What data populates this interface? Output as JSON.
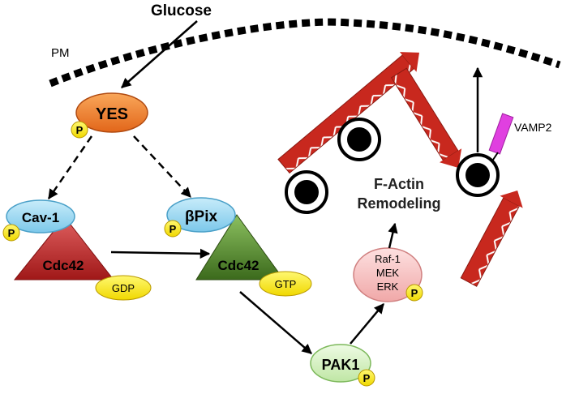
{
  "labels": {
    "glucose": "Glucose",
    "pm": "PM",
    "yes": "YES",
    "cav1": "Cav-1",
    "bpix": "βPix",
    "cdc42": "Cdc42",
    "gdp": "GDP",
    "gtp": "GTP",
    "raf1": "Raf-1",
    "mek": "MEK",
    "erk": "ERK",
    "pak1": "PAK1",
    "factin_line1": "F-Actin",
    "factin_line2": "Remodeling",
    "vamp2": "VAMP2",
    "phospho": "P"
  },
  "colors": {
    "yes_fill": "#f07a2a",
    "cav_fill": "#9fd8f0",
    "cdc42_gdp_fill": "#c83232",
    "cdc42_gtp_fill": "#5a8a30",
    "nucleotide_fill": "#ffee00",
    "raf_fill": "#f6c3c3",
    "pak_fill": "#d4f0c0",
    "actin_fill": "#c8281e",
    "vamp2_fill": "#e040e0"
  }
}
